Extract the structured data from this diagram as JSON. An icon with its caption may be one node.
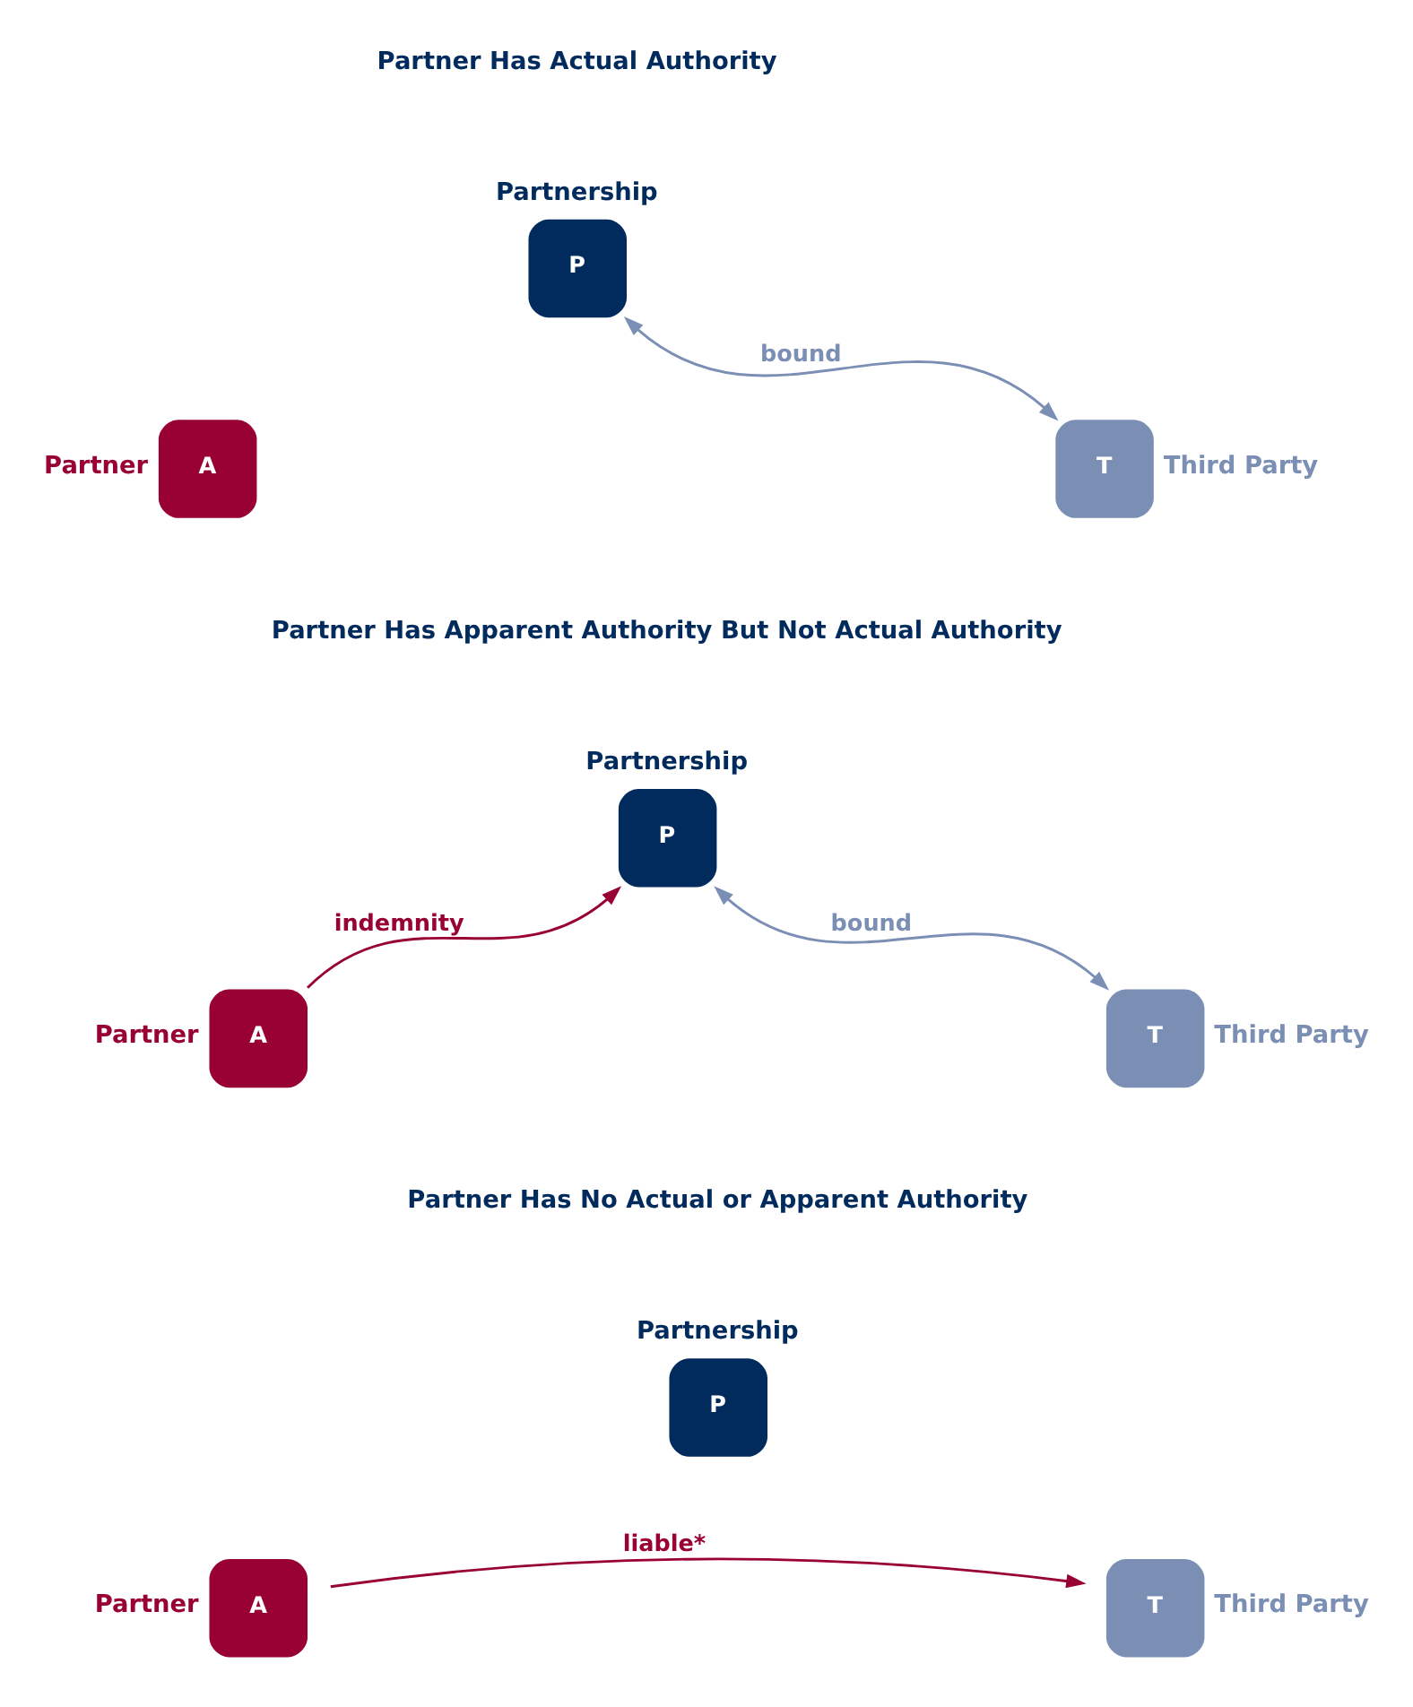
{
  "diagram": {
    "nodes": [
      {
        "text": [
          "P"
        ],
        "beside": [
          "Partnership"
        ]
      },
      {
        "text": [
          "A"
        ],
        "beside": [
          "Partner"
        ]
      },
      {
        "text": [
          "T"
        ],
        "beside": [
          "Third Party"
        ]
      },
      {
        "text": [
          "P"
        ],
        "beside": [
          "Partnership"
        ]
      },
      {
        "text": [
          "A"
        ],
        "beside": [
          "Partner"
        ]
      },
      {
        "text": [
          "T"
        ],
        "beside": [
          "Third Party"
        ]
      },
      {
        "text": [
          "P"
        ],
        "beside": [
          "Partnership"
        ]
      },
      {
        "text": [
          "A"
        ],
        "beside": [
          "Partner"
        ]
      },
      {
        "text": [
          "T"
        ],
        "beside": [
          "Third Party"
        ]
      }
    ],
    "edges": [
      {
        "from": 0,
        "to": 2,
        "arrow": "both",
        "label": "bound",
        "color": "#7b8fb5"
      },
      {
        "from": 4,
        "to": 3,
        "arrow": "to",
        "label": "indemnity",
        "color": "#990033"
      },
      {
        "from": 3,
        "to": 5,
        "arrow": "both",
        "label": "bound",
        "color": "#7b8fb5"
      },
      {
        "from": 7,
        "to": 8,
        "arrow": "to",
        "label": "liable*",
        "color": "#990033"
      }
    ],
    "labels": [
      "Partner Has Actual Authority",
      "Partner Has Apparent Authority But Not Actual Authority",
      "Partner Has No Actual or Apparent Authority"
    ]
  }
}
